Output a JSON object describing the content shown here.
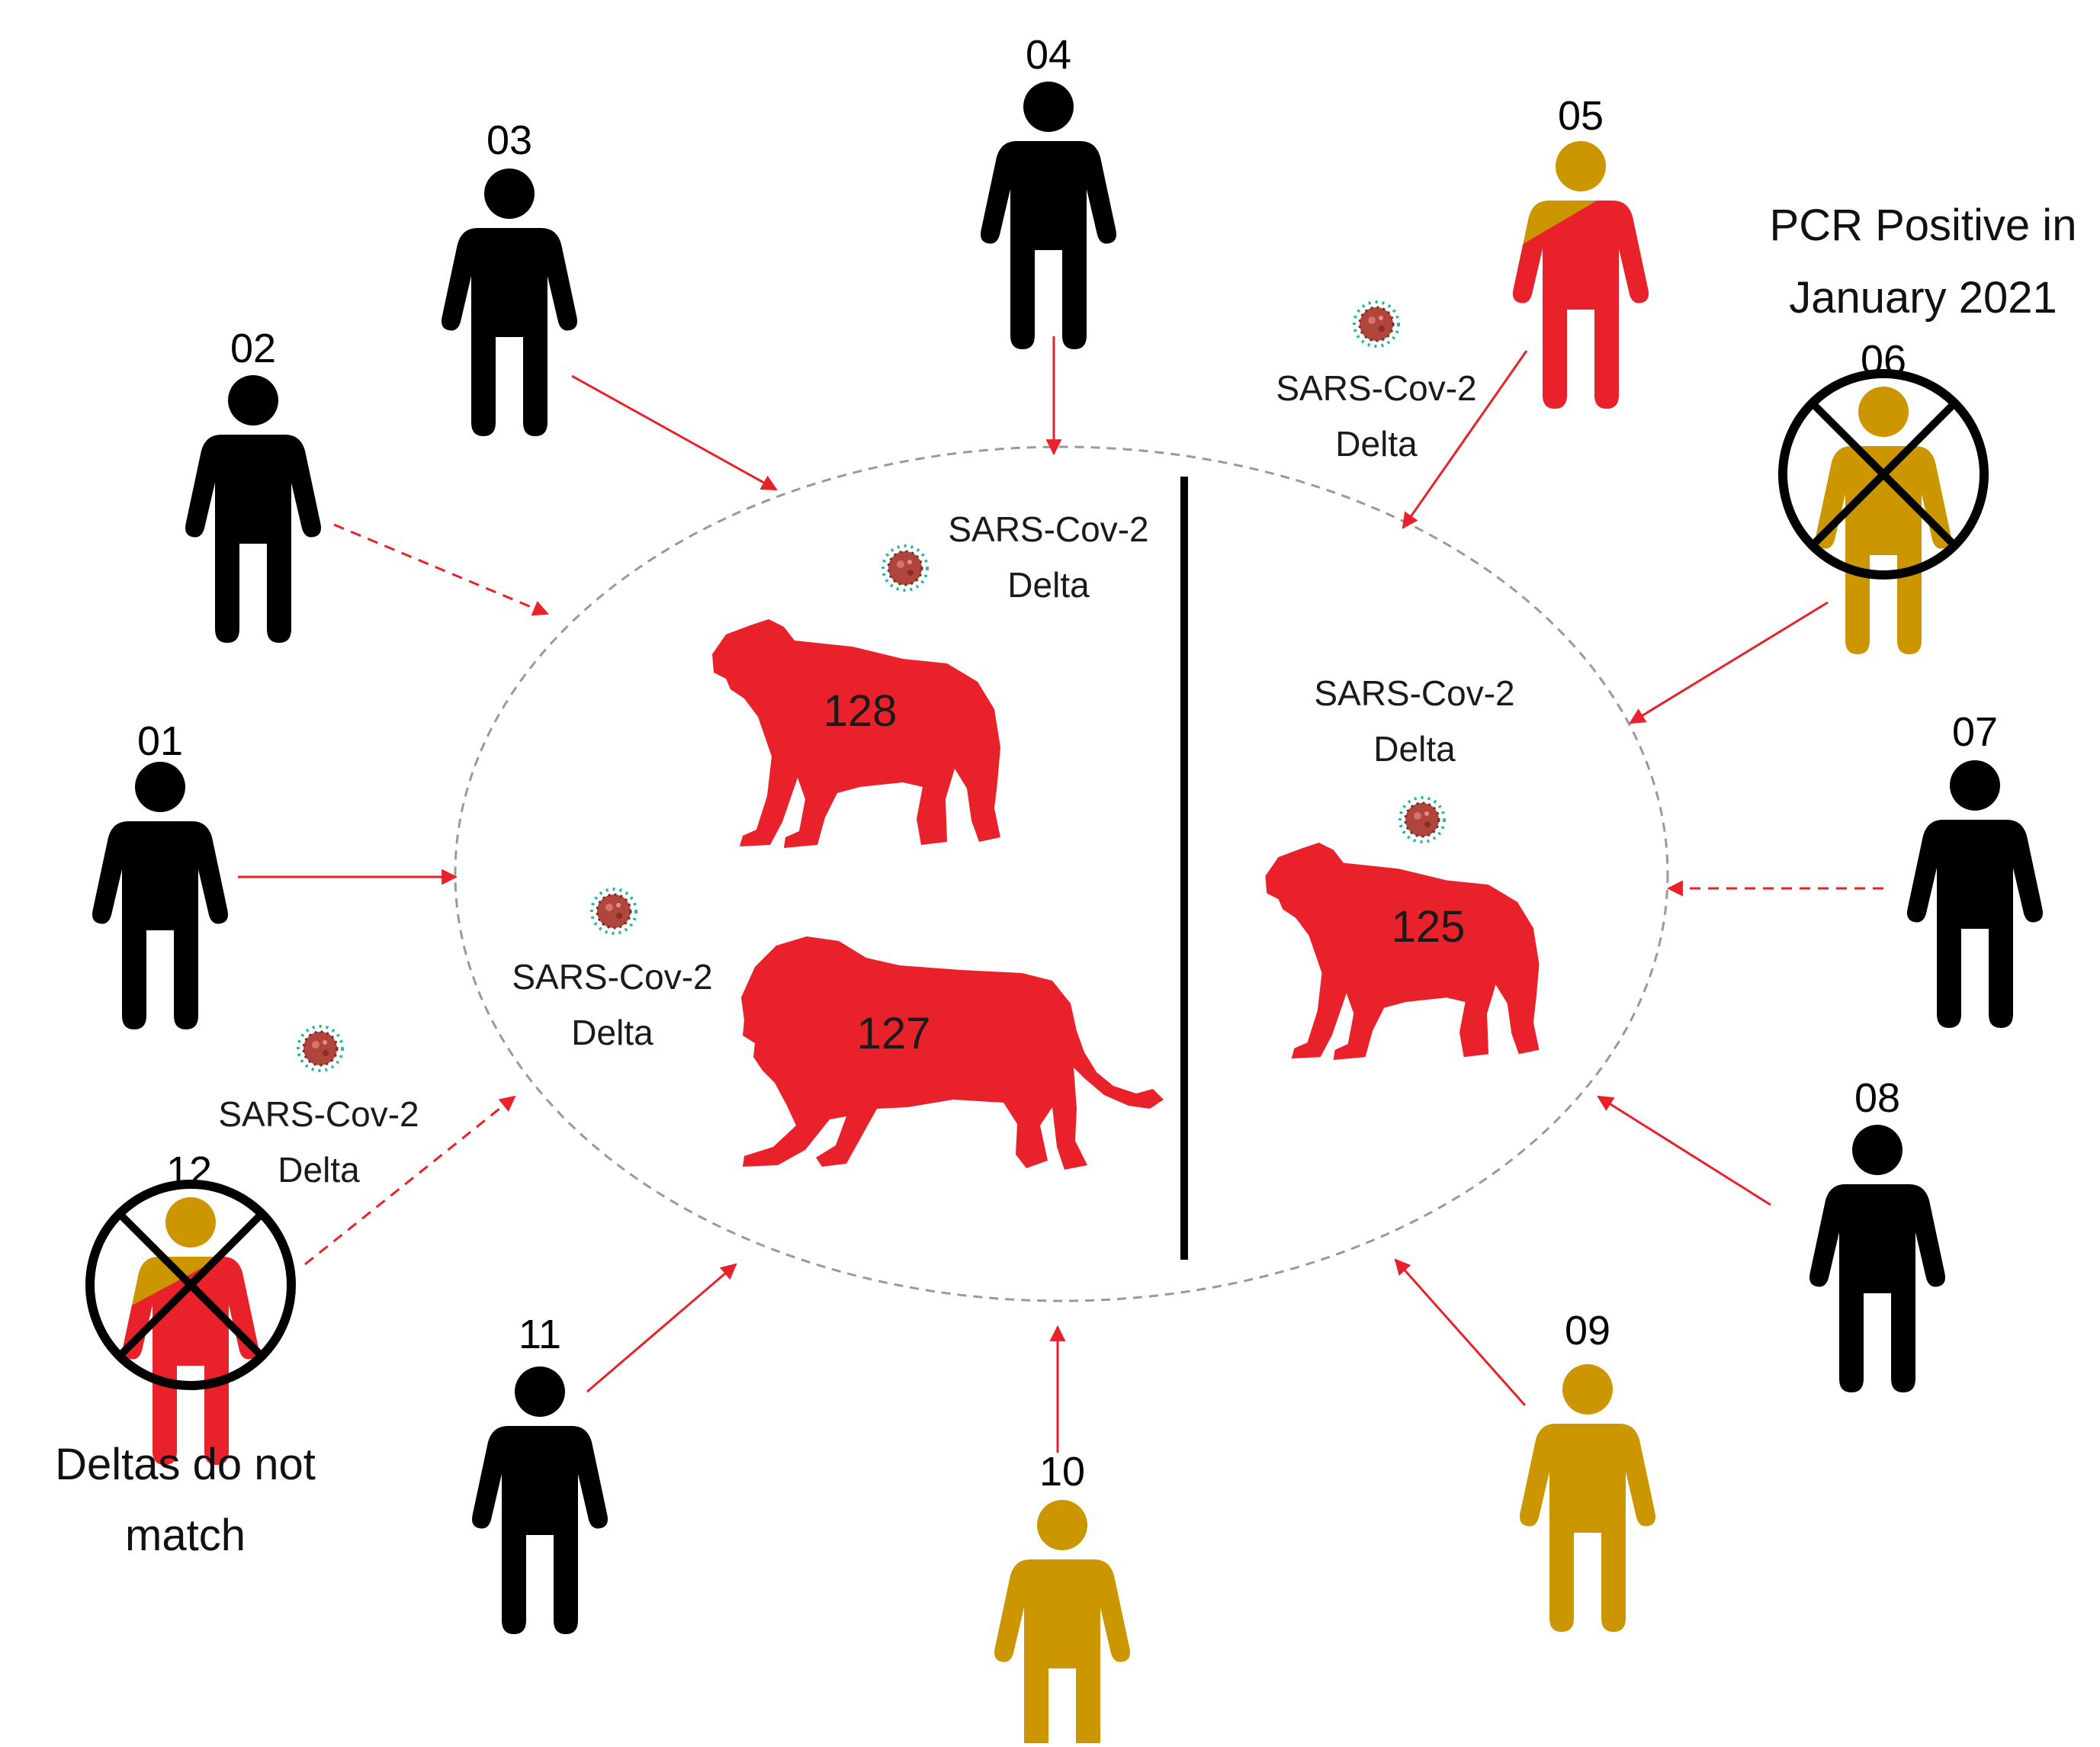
{
  "colors": {
    "black": "#000000",
    "gold": "#cc9600",
    "red": "#e8212b",
    "arrow": "#e8212b",
    "enclosure": "#9a9a9a"
  },
  "virus_label": {
    "line1": "SARS-Cov-2",
    "line2": "Delta"
  },
  "animals": [
    {
      "id": "128",
      "kind": "tiger-icon"
    },
    {
      "id": "127",
      "kind": "lion-icon"
    },
    {
      "id": "125",
      "kind": "tiger-icon"
    }
  ],
  "people": [
    {
      "id": "01",
      "status": "black",
      "contact": "solid"
    },
    {
      "id": "02",
      "status": "black",
      "contact": "dashed"
    },
    {
      "id": "03",
      "status": "black",
      "contact": "solid"
    },
    {
      "id": "04",
      "status": "black",
      "contact": "solid"
    },
    {
      "id": "05",
      "status": "gold-red",
      "contact": "solid"
    },
    {
      "id": "06",
      "status": "gold",
      "contact": "solid",
      "crossed": true
    },
    {
      "id": "07",
      "status": "black",
      "contact": "dashed"
    },
    {
      "id": "08",
      "status": "black",
      "contact": "solid"
    },
    {
      "id": "09",
      "status": "gold",
      "contact": "solid"
    },
    {
      "id": "10",
      "status": "gold",
      "contact": "solid"
    },
    {
      "id": "11",
      "status": "black",
      "contact": "solid"
    },
    {
      "id": "12",
      "status": "gold-red",
      "contact": "dashed",
      "crossed": true
    }
  ],
  "notes": {
    "pcr_line1": "PCR Positive in",
    "pcr_line2": "January 2021",
    "deltas_line1": "Deltas do not",
    "deltas_line2": "match"
  }
}
